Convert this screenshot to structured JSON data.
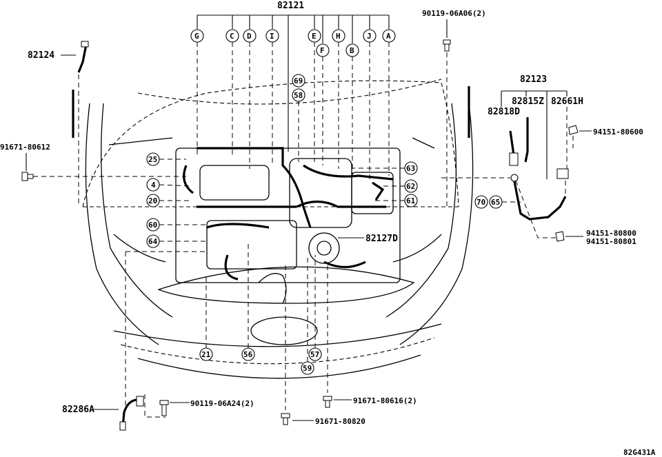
{
  "diagram_code": "82G431A",
  "parts": {
    "harness_main": "82121",
    "harness_left": "82124",
    "harness_right": "82123",
    "bolt_top": "90119-06A06(2)",
    "bolt_left": "91671-80612",
    "clip_right_top": "94151-80600",
    "clip_right_bottom_a": "94151-80800",
    "clip_right_bottom_b": "94151-80801",
    "sub_a": "82818D",
    "sub_b": "82815Z",
    "sub_c": "82661H",
    "harness_center": "82127D",
    "harness_bottom": "82286A",
    "bolt_bottom_left": "90119-06A24(2)",
    "bolt_bottom_mid": "91671-80616(2)",
    "bolt_bottom": "91671-80820"
  },
  "callouts": {
    "top": [
      "G",
      "C",
      "D",
      "I",
      "E",
      "F",
      "H",
      "B",
      "J",
      "A"
    ],
    "n69": "69",
    "n58": "58",
    "n25": "25",
    "n4": "4",
    "n20": "20",
    "n60": "60",
    "n64": "64",
    "n63": "63",
    "n62": "62",
    "n61": "61",
    "n70": "70",
    "n65": "65",
    "n21": "21",
    "n56": "56",
    "n57": "57",
    "n59": "59"
  }
}
